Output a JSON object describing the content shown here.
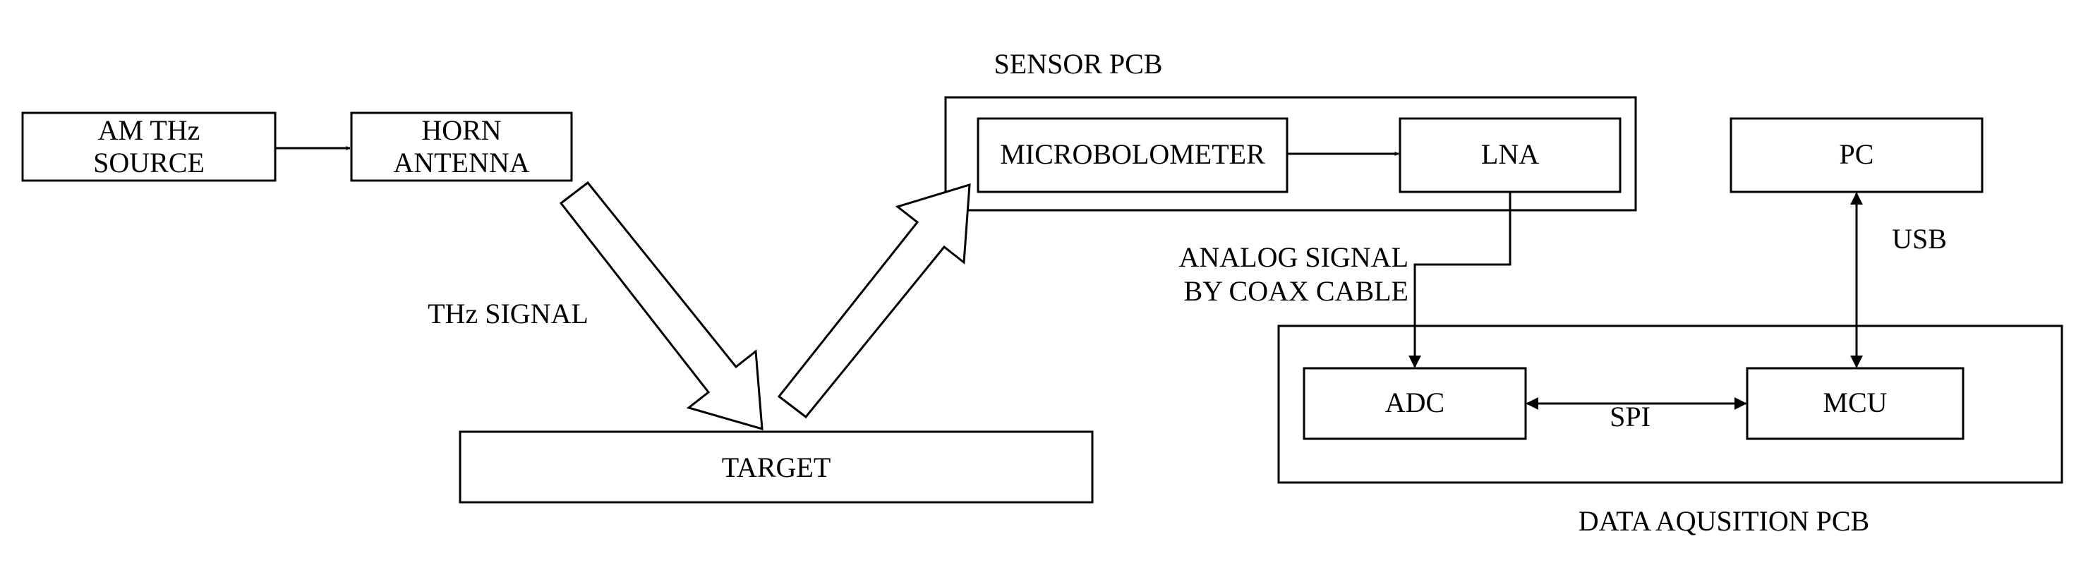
{
  "diagram": {
    "blocks": {
      "am_thz_source": {
        "line1": "AM THz",
        "line2": "SOURCE"
      },
      "horn_antenna": {
        "line1": "HORN",
        "line2": "ANTENNA"
      },
      "target": "TARGET",
      "microbolometer": "MICROBOLOMETER",
      "lna": "LNA",
      "pc": "PC",
      "adc": "ADC",
      "mcu": "MCU"
    },
    "groups": {
      "sensor_pcb": "SENSOR PCB",
      "data_acquisition_pcb": "DATA AQUSITION PCB"
    },
    "labels": {
      "thz_signal": "THz SIGNAL",
      "analog_signal_line1": "ANALOG SIGNAL",
      "analog_signal_line2": "BY COAX CABLE",
      "usb": "USB",
      "spi": "SPI"
    },
    "colors": {
      "stroke": "#000000",
      "background": "#ffffff"
    }
  }
}
